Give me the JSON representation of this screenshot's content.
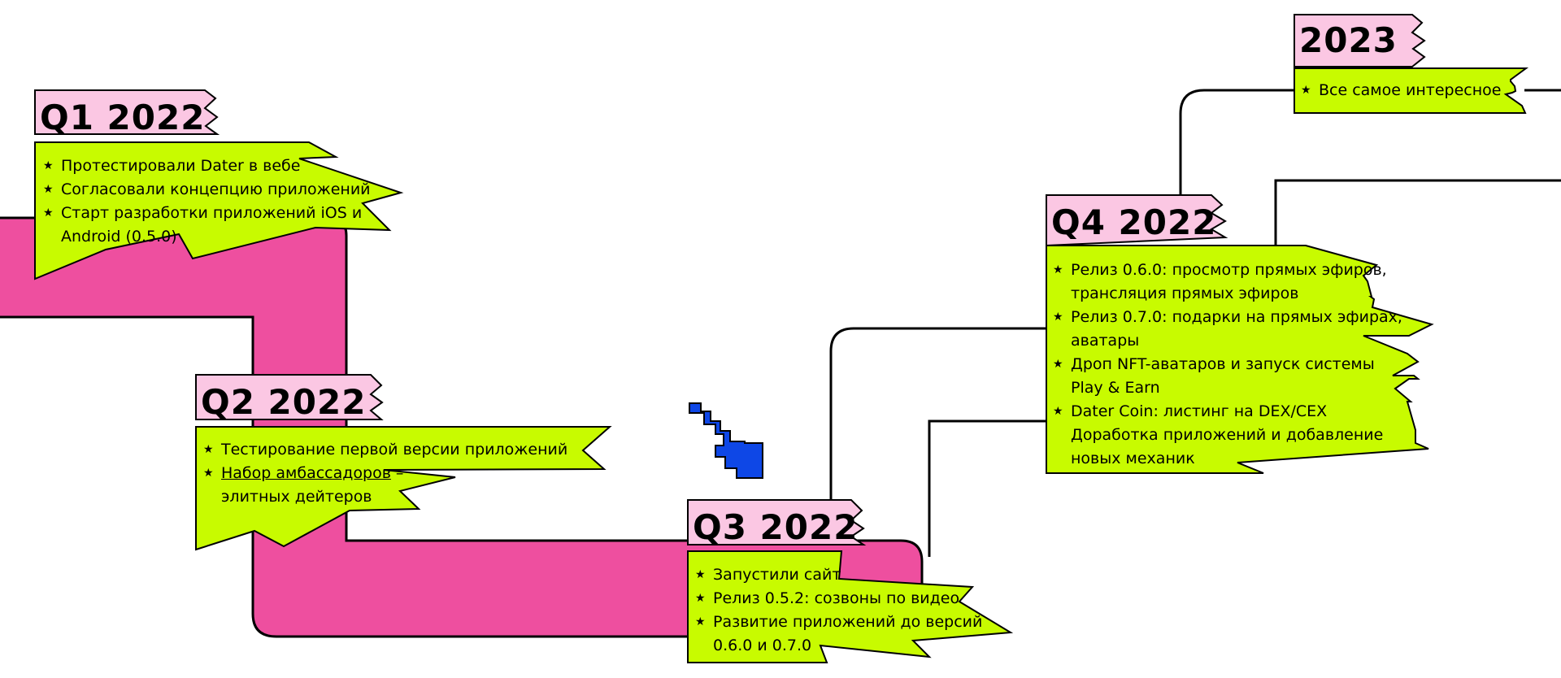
{
  "colors": {
    "pink": "#ee4f9f",
    "tag": "#fbc7e3",
    "green": "#c8fb00",
    "arrow": "#0e47e6",
    "ink": "#000000"
  },
  "icons": {
    "bullet": "star-icon",
    "pointer": "pixel-arrow-icon"
  },
  "milestones": [
    {
      "tag": "Q1 2022",
      "items": [
        {
          "text": "Протестировали Dater в вебе"
        },
        {
          "text": "Согласовали концепцию приложений"
        },
        {
          "text": "Старт разработки приложений iOS и"
        },
        {
          "text": "Android (0.5.0)"
        }
      ]
    },
    {
      "tag": "Q2 2022",
      "items": [
        {
          "text": "Тестирование первой версии приложений"
        },
        {
          "text": "Набор амбассадоров",
          "suffix": " –"
        },
        {
          "text": "элитных дейтеров"
        }
      ]
    },
    {
      "tag": "Q3 2022",
      "items": [
        {
          "text": "Запустили сайт"
        },
        {
          "text": "Релиз 0.5.2: созвоны по видео"
        },
        {
          "text": "Развитие приложений до версий"
        },
        {
          "text": "0.6.0 и 0.7.0"
        }
      ]
    },
    {
      "tag": "Q4 2022",
      "items": [
        {
          "text": "Релиз 0.6.0: просмотр прямых эфиров,"
        },
        {
          "text": "трансляция прямых эфиров"
        },
        {
          "text": "Релиз 0.7.0: подарки на прямых эфирах,"
        },
        {
          "text": "аватары"
        },
        {
          "text": "Дроп NFT-аватаров и запуск системы"
        },
        {
          "text": "Play & Earn"
        },
        {
          "text": "Dater Coin: листинг на DEX/CEX"
        },
        {
          "text": "Доработка приложений и добавление"
        },
        {
          "text": "новых механик"
        }
      ]
    },
    {
      "tag": "2023",
      "items": [
        {
          "text": "Все самое интересное"
        }
      ]
    }
  ]
}
